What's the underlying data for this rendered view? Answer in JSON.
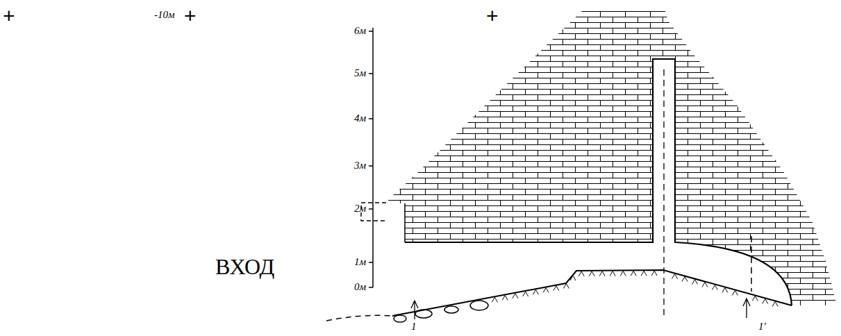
{
  "diagram": {
    "labels": [
      "+",
      "-10м",
      "+",
      "+",
      "6м",
      "5м",
      "4м",
      "3м",
      "2м",
      "1м",
      "0м",
      "ВХОД",
      "1",
      "1'"
    ]
  }
}
